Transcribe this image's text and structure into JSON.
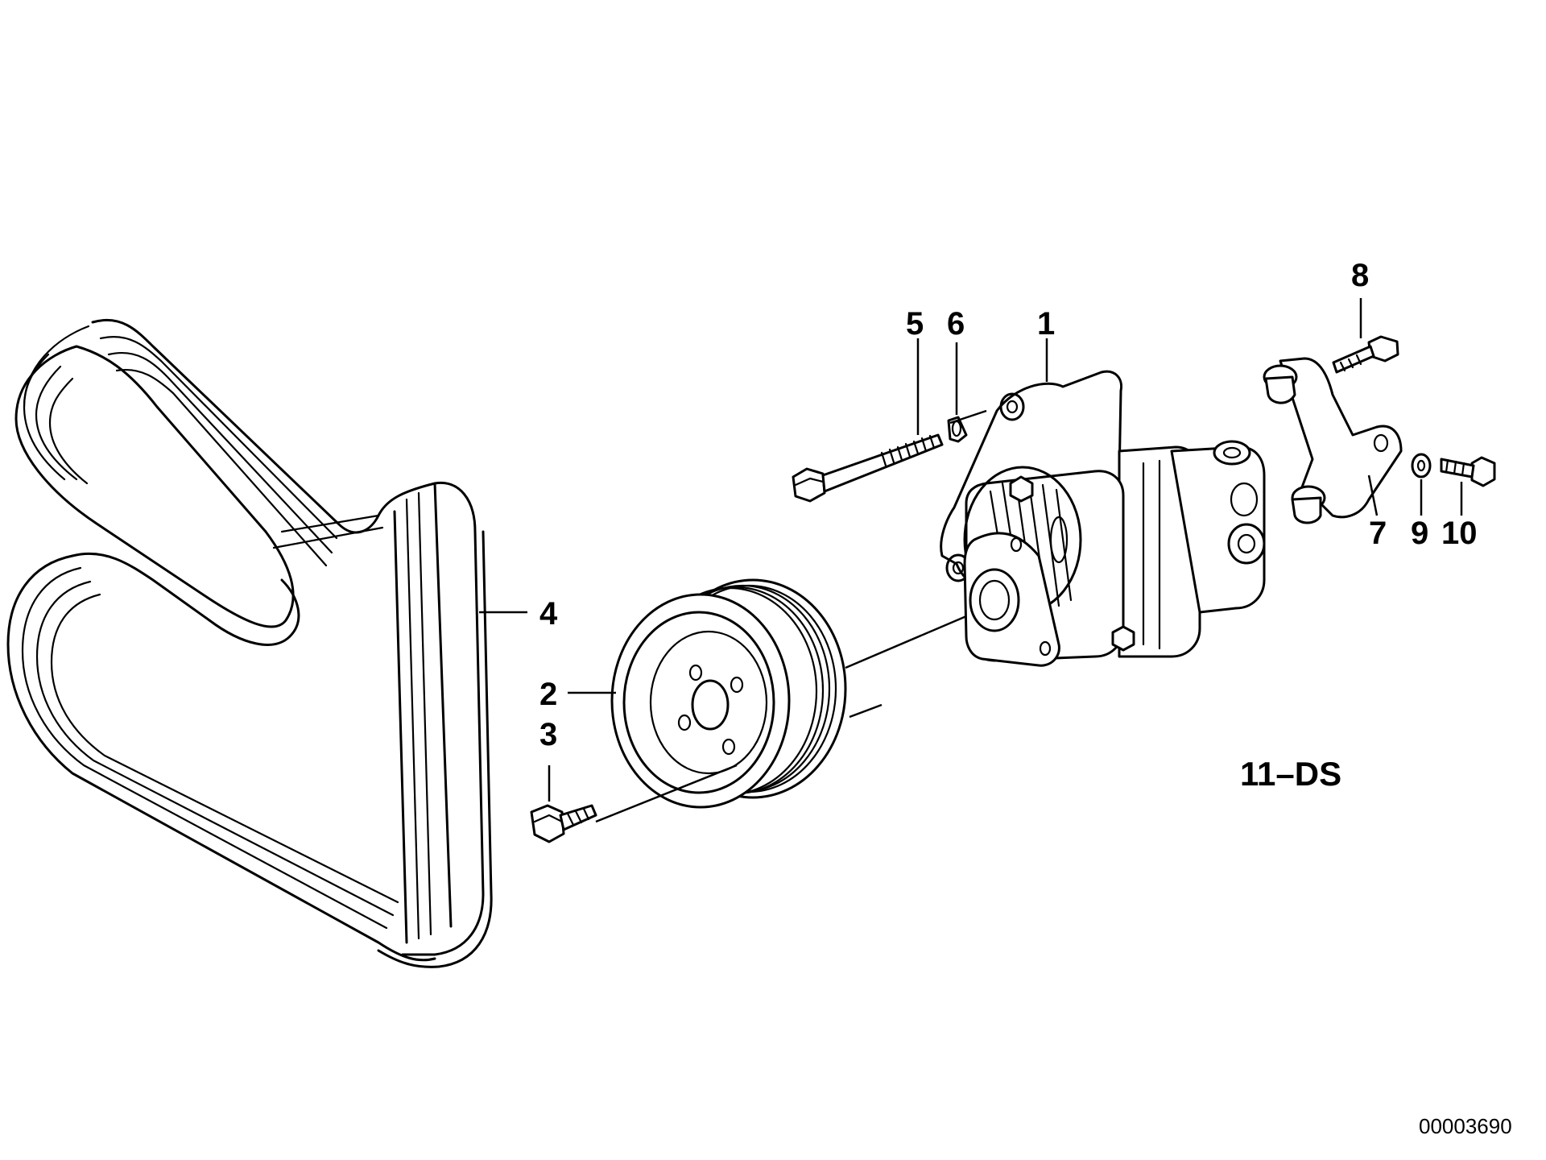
{
  "diagram": {
    "callouts": {
      "c1": "1",
      "c2": "2",
      "c3": "3",
      "c4": "4",
      "c5": "5",
      "c6": "6",
      "c7": "7",
      "c8": "8",
      "c9": "9",
      "c10": "10"
    },
    "group_code": "11–DS",
    "image_number": "00003690"
  }
}
